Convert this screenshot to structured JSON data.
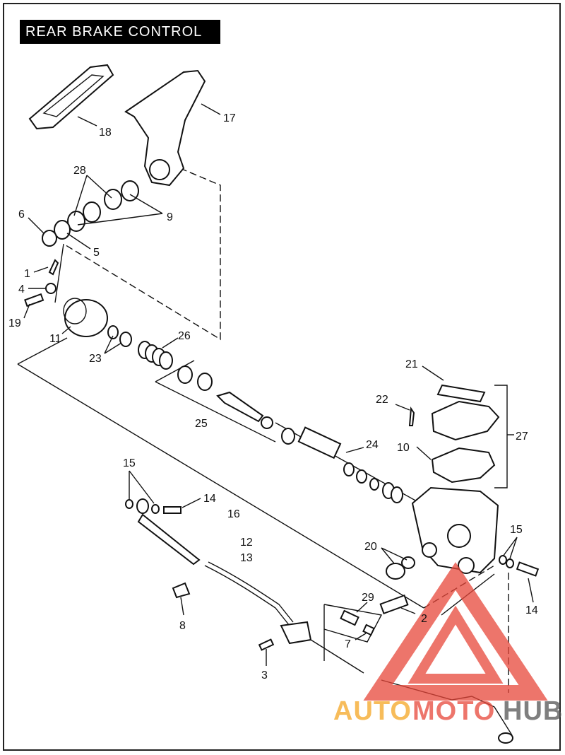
{
  "title": "REAR BRAKE CONTROL",
  "callouts": [
    {
      "id": "c18",
      "text": "18"
    },
    {
      "id": "c17",
      "text": "17"
    },
    {
      "id": "c28",
      "text": "28"
    },
    {
      "id": "c6",
      "text": "6"
    },
    {
      "id": "c9",
      "text": "9"
    },
    {
      "id": "c5",
      "text": "5"
    },
    {
      "id": "c1",
      "text": "1"
    },
    {
      "id": "c4",
      "text": "4"
    },
    {
      "id": "c19",
      "text": "19"
    },
    {
      "id": "c11",
      "text": "11"
    },
    {
      "id": "c26",
      "text": "26"
    },
    {
      "id": "c23",
      "text": "23"
    },
    {
      "id": "c21",
      "text": "21"
    },
    {
      "id": "c22",
      "text": "22"
    },
    {
      "id": "c27",
      "text": "27"
    },
    {
      "id": "c25",
      "text": "25"
    },
    {
      "id": "c24",
      "text": "24"
    },
    {
      "id": "c10",
      "text": "10"
    },
    {
      "id": "c15a",
      "text": "15"
    },
    {
      "id": "c14a",
      "text": "14"
    },
    {
      "id": "c16",
      "text": "16"
    },
    {
      "id": "c12",
      "text": "12"
    },
    {
      "id": "c13",
      "text": "13"
    },
    {
      "id": "c20",
      "text": "20"
    },
    {
      "id": "c15b",
      "text": "15"
    },
    {
      "id": "c14b",
      "text": "14"
    },
    {
      "id": "c29",
      "text": "29"
    },
    {
      "id": "c8",
      "text": "8"
    },
    {
      "id": "c2",
      "text": "2"
    },
    {
      "id": "c7",
      "text": "7"
    },
    {
      "id": "c3",
      "text": "3"
    }
  ],
  "watermark": {
    "text_a": "AUTO",
    "text_b": "MOTO",
    "text_c": "HUB",
    "color_orange": "#f5a623",
    "color_red": "#e8473a",
    "color_dark": "#444444"
  }
}
